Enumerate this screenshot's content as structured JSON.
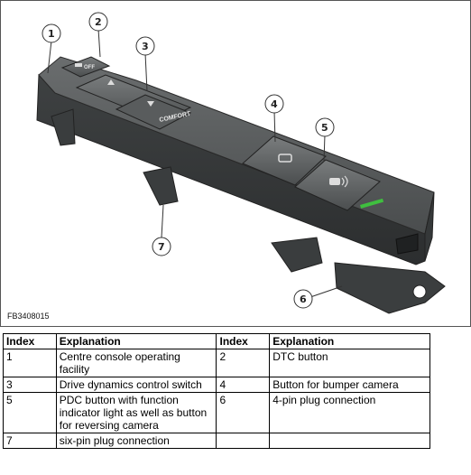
{
  "figure": {
    "id_text": "FB3408015",
    "callouts": [
      "1",
      "2",
      "3",
      "4",
      "5",
      "6",
      "7"
    ],
    "button_labels": {
      "dtc": "OFF",
      "comfort": "COMFORT"
    },
    "icons": [
      "car-skid-icon",
      "arrow-up-icon",
      "arrow-down-icon",
      "bumper-camera-icon",
      "pdc-icon"
    ],
    "colors": {
      "housing": "#4b4e4f",
      "indicator": "#3fbf3f"
    }
  },
  "table": {
    "headers": [
      "Index",
      "Explanation",
      "Index",
      "Explanation"
    ],
    "rows": [
      [
        "1",
        "Centre console operating facility",
        "2",
        "DTC button"
      ],
      [
        "3",
        "Drive dynamics control switch",
        "4",
        "Button for bumper camera"
      ],
      [
        "5",
        "PDC button with function indicator light as well as button for reversing camera",
        "6",
        "4-pin plug connection"
      ],
      [
        "7",
        "six-pin plug connection",
        "",
        ""
      ]
    ]
  }
}
